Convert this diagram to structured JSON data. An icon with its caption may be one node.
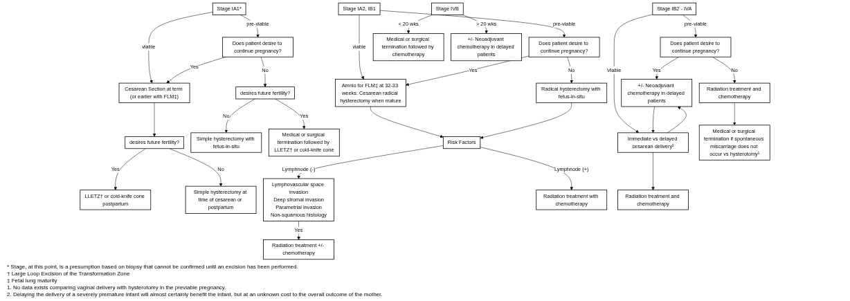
{
  "diagram": {
    "nodes": [
      {
        "text": [
          "Stage IA1*"
        ]
      },
      {
        "text": [
          "Does patient desire to continue pregnancy?"
        ]
      },
      {
        "text": [
          "Cesarean Section at term (or earlier with FLM‡)"
        ]
      },
      {
        "text": [
          "desires future fertility?"
        ]
      },
      {
        "text": [
          "desires future fertility?"
        ]
      },
      {
        "text": [
          "Simple hysterectomy with fetus-in-situ"
        ]
      },
      {
        "text": [
          "LLETZ† or cold-knife cone postpartum"
        ]
      },
      {
        "text": [
          "Simple hysterectomy at time of cesarean or postpartum"
        ]
      },
      {
        "text": [
          "Medical or surgical termination followed by LLETZ† or cold-knife cone"
        ]
      },
      {
        "text": [
          "Stage IA2, IB1"
        ]
      },
      {
        "text": [
          "Does patient desire to continue pregnancy?"
        ]
      },
      {
        "text": [
          "Amnio for FLM‡ at 32-33 weeks. Cesarean radical hysterectomy when mature"
        ]
      },
      {
        "text": [
          "Radical hysterectomy with fetus-in-situ"
        ]
      },
      {
        "text": [
          "Risk Factors"
        ]
      },
      {
        "text": [
          "Lymphovascular space invasion",
          "Deep stromal invasion",
          "Parametrial invasion",
          "Non-squamous histology"
        ]
      },
      {
        "text": [
          "Radiation treatment with chemotherapy"
        ]
      },
      {
        "text": [
          "Radiation treatment +/- chemotherapy"
        ]
      },
      {
        "text": [
          "Stage IB2 - IVA"
        ]
      },
      {
        "text": [
          "Does patient desire to continue pregnancy?"
        ]
      },
      {
        "text": [
          "Immediate vs delayed cesarean delivery²"
        ]
      },
      {
        "text": [
          "Radiation treatment and chemotherapy"
        ]
      },
      {
        "text": [
          "+/- Neoadjuvant chemotherapy in delayed patients"
        ]
      },
      {
        "text": [
          "Medical or surgical termination if spontaneous miscarriage does not occur vs hysterotomy¹"
        ]
      },
      {
        "text": [
          "Radiation treatment and chemotherapy"
        ]
      },
      {
        "text": [
          "Stage IVB"
        ]
      },
      {
        "text": [
          "Medical or surgical termination followed by chemotherapy"
        ]
      },
      {
        "text": [
          "+/- Neoadjuvant chemotherapy in delayed patients"
        ]
      }
    ],
    "edges": [
      {
        "from": 0,
        "to": 1,
        "arrow": "to",
        "label": "pre-viable"
      },
      {
        "from": 0,
        "to": 2,
        "arrow": "to",
        "label": "viable"
      },
      {
        "from": 1,
        "to": 2,
        "arrow": "to",
        "label": "Yes"
      },
      {
        "from": 1,
        "to": 3,
        "arrow": "to",
        "label": "No"
      },
      {
        "from": 2,
        "to": 4,
        "arrow": "to"
      },
      {
        "from": 3,
        "to": 5,
        "arrow": "to",
        "label": "No"
      },
      {
        "from": 3,
        "to": 8,
        "arrow": "to",
        "label": "Yes"
      },
      {
        "from": 4,
        "to": 6,
        "arrow": "to",
        "label": "Yes"
      },
      {
        "from": 4,
        "to": 7,
        "arrow": "to",
        "label": "No"
      },
      {
        "from": 9,
        "to": 10,
        "arrow": "to",
        "label": "pre-viable"
      },
      {
        "from": 9,
        "to": 11,
        "arrow": "to",
        "label": "viable"
      },
      {
        "from": 10,
        "to": 11,
        "arrow": "to",
        "label": "Yes"
      },
      {
        "from": 10,
        "to": 12,
        "arrow": "to",
        "label": "No"
      },
      {
        "from": 11,
        "to": 13,
        "arrow": "to"
      },
      {
        "from": 12,
        "to": 13,
        "arrow": "to"
      },
      {
        "from": 13,
        "to": 14,
        "arrow": "to",
        "label": "Lymphnode (-)"
      },
      {
        "from": 13,
        "to": 15,
        "arrow": "to",
        "label": "Lymphnode (+)"
      },
      {
        "from": 14,
        "to": 16,
        "arrow": "to",
        "label": "Yes"
      },
      {
        "from": 17,
        "to": 18,
        "arrow": "to",
        "label": "pre-viable"
      },
      {
        "from": 17,
        "to": 19,
        "arrow": "to",
        "label": "Viable"
      },
      {
        "from": 18,
        "to": 20,
        "arrow": "to",
        "label": "No"
      },
      {
        "from": 18,
        "to": 21,
        "arrow": "to",
        "label": "Yes"
      },
      {
        "from": 19,
        "to": 21,
        "arrow": "to"
      },
      {
        "from": 21,
        "to": 19,
        "arrow": "to"
      },
      {
        "from": 20,
        "to": 22,
        "arrow": "to"
      },
      {
        "from": 19,
        "to": 23,
        "arrow": "to"
      },
      {
        "from": 24,
        "to": 25,
        "arrow": "to",
        "label": "< 20 wks"
      },
      {
        "from": 24,
        "to": 26,
        "arrow": "to",
        "label": "> 20 wks"
      }
    ],
    "labels": [
      "* Stage, at this point, is a presumption based on biopsy that cannot be confirmed until an excision has been performed.",
      "† Large Loop Excision of the Transformation Zone",
      "‡ Fetal lung maturity",
      "1. No data exists comparing vaginal delivery with hysterotomy in the previable pregnancy.",
      "2. Delaying the delivery of a severely premature infant will almost certainly benefit the infant, but at an unknown cost to the overall outcome of the mother."
    ]
  }
}
